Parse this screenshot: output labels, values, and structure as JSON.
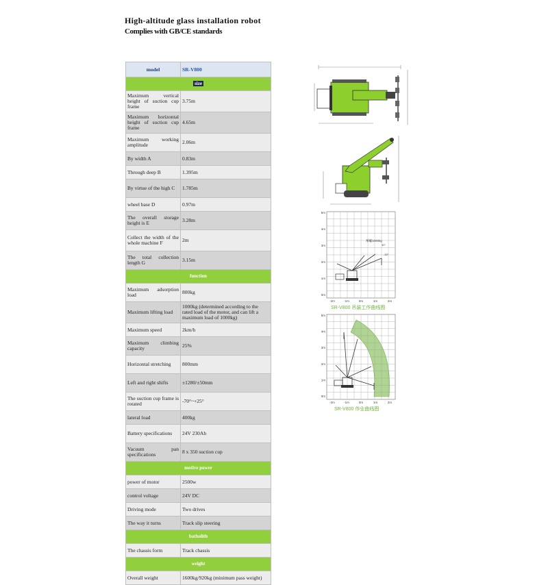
{
  "header": {
    "title": "High-altitude glass installation robot",
    "subtitle": "Complies with GB/CE standards"
  },
  "model": {
    "label": "model",
    "value": "SR-V800"
  },
  "sections": {
    "size": "size",
    "function": "function",
    "motive_power": "motive power",
    "batholith": "batholith",
    "weight": "weight"
  },
  "size_rows": [
    {
      "k": "Maximum vertical height of suction cup frame",
      "v": "3.75m"
    },
    {
      "k": "Maximum horizontal height of suction cup frame",
      "v": "4.65m"
    },
    {
      "k": "Maximum working amplitude",
      "v": "2.06m"
    },
    {
      "k": "By width A",
      "v": "0.83m"
    },
    {
      "k": "Through deep B",
      "v": "1.395m"
    },
    {
      "k": "By virtue of the high C",
      "v": "1.785m"
    },
    {
      "k": "wheel base D",
      "v": "0.97m"
    },
    {
      "k": "The overall storage height is E",
      "v": "3.28m"
    },
    {
      "k": "Collect the width of the whole machine F",
      "v": "2m"
    },
    {
      "k": "The total collection length G",
      "v": "3.15m"
    }
  ],
  "function_rows": [
    {
      "k": "Maximum adsorption load",
      "v": "800kg"
    },
    {
      "k": "Maximum lifting load",
      "v": "1000kg (determined according to the rated load of the motor, and can lift a maximum load of 1000kg)"
    },
    {
      "k": "Maximum speed",
      "v": "2km/h"
    },
    {
      "k": "Maximum climbing capacity",
      "v": "25%"
    },
    {
      "k": "Horizontal stretching",
      "v": "800mm"
    },
    {
      "k": "Left and right shifts",
      "v": "±1280/±50mm"
    },
    {
      "k": "The suction cup frame is rotated",
      "v": "-70°~+25°"
    },
    {
      "k": "lateral load",
      "v": "400kg"
    },
    {
      "k": "Battery specifications",
      "v": "24V 230Ah"
    },
    {
      "k": "Vacuum pan specifications",
      "v": "8 x 350 suction cup"
    }
  ],
  "motive_rows": [
    {
      "k": "power of motor",
      "v": "2500w"
    },
    {
      "k": "control voltage",
      "v": "24V DC"
    },
    {
      "k": "Driving mode",
      "v": "Two drives"
    },
    {
      "k": "The way it turns",
      "v": "Track slip steering"
    }
  ],
  "batholith_rows": [
    {
      "k": "The chassis form",
      "v": "Track chassis"
    }
  ],
  "weight_rows": [
    {
      "k": "Overall weight",
      "v": "1600kg/920kg (minimum pass weight)"
    }
  ],
  "chart1": {
    "caption": "SR-V800 吊装工作曲线图",
    "load_label": "吊载1000kg",
    "y_ticks": [
      "5m",
      "4m",
      "3m",
      "2m",
      "1m",
      "0m"
    ],
    "x_ticks": [
      "-2m",
      "-1m",
      "0m",
      "1m",
      "2m"
    ]
  },
  "chart2": {
    "caption": "SR-V800 作业曲线图",
    "y_ticks": [
      "5m",
      "4m",
      "3m",
      "2m",
      "1m",
      "0m"
    ],
    "x_ticks": [
      "-2m",
      "-1m",
      "0m",
      "1m",
      "2m"
    ]
  },
  "colors": {
    "section_green": "#92cf3c",
    "machine_green": "#8dcf2c",
    "envelope_green": "#6fb23a",
    "model_row": "#dde6f0"
  }
}
